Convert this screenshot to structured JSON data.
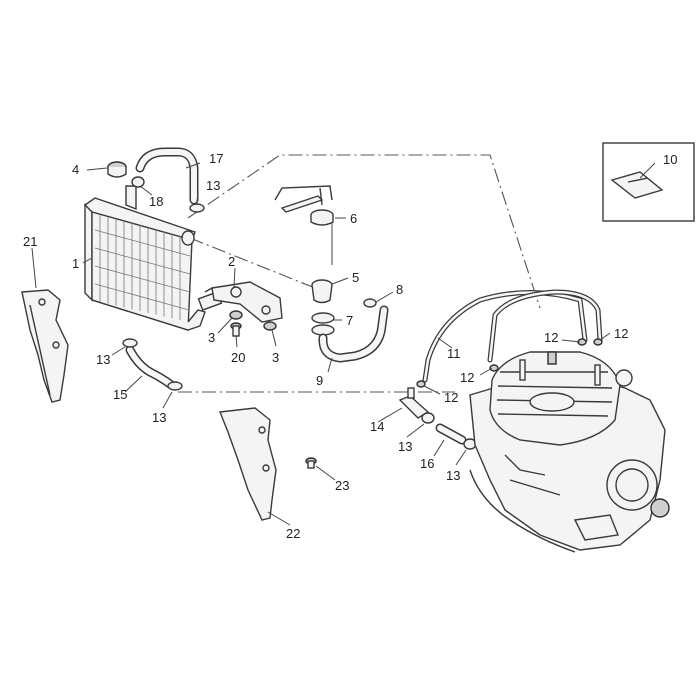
{
  "callouts": [
    {
      "id": "c1",
      "text": "1"
    },
    {
      "id": "c2",
      "text": "2"
    },
    {
      "id": "c3a",
      "text": "3"
    },
    {
      "id": "c3b",
      "text": "3"
    },
    {
      "id": "c4",
      "text": "4"
    },
    {
      "id": "c5",
      "text": "5"
    },
    {
      "id": "c6",
      "text": "6"
    },
    {
      "id": "c7",
      "text": "7"
    },
    {
      "id": "c8",
      "text": "8"
    },
    {
      "id": "c9",
      "text": "9"
    },
    {
      "id": "c10",
      "text": "10"
    },
    {
      "id": "c11",
      "text": "11"
    },
    {
      "id": "c12a",
      "text": "12"
    },
    {
      "id": "c12b",
      "text": "12"
    },
    {
      "id": "c12c",
      "text": "12"
    },
    {
      "id": "c12d",
      "text": "12"
    },
    {
      "id": "c13a",
      "text": "13"
    },
    {
      "id": "c13b",
      "text": "13"
    },
    {
      "id": "c13c",
      "text": "13"
    },
    {
      "id": "c13d",
      "text": "13"
    },
    {
      "id": "c13e",
      "text": "13"
    },
    {
      "id": "c14",
      "text": "14"
    },
    {
      "id": "c15",
      "text": "15"
    },
    {
      "id": "c16",
      "text": "16"
    },
    {
      "id": "c17",
      "text": "17"
    },
    {
      "id": "c18",
      "text": "18"
    },
    {
      "id": "c20",
      "text": "20"
    },
    {
      "id": "c21",
      "text": "21"
    },
    {
      "id": "c22",
      "text": "22"
    },
    {
      "id": "c23",
      "text": "23"
    }
  ]
}
